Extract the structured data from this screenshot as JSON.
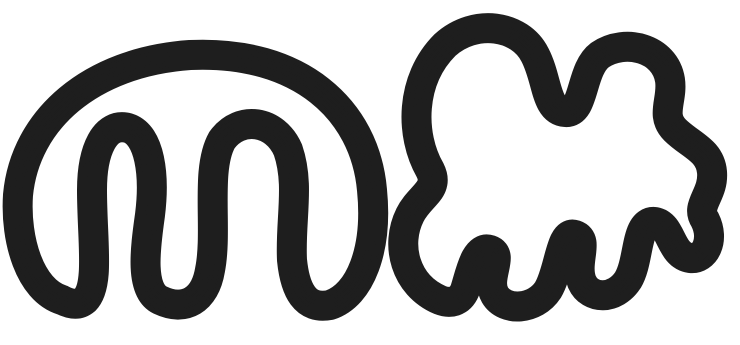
{
  "colors": {
    "background": "#ffffff",
    "line": "#1e1e1e"
  },
  "figures": [
    {
      "name": "left-meander",
      "description_shape": "semicircular-meander",
      "line_count": 4
    },
    {
      "name": "right-meander",
      "description_shape": "irregular-meander",
      "line_count": 4
    }
  ]
}
